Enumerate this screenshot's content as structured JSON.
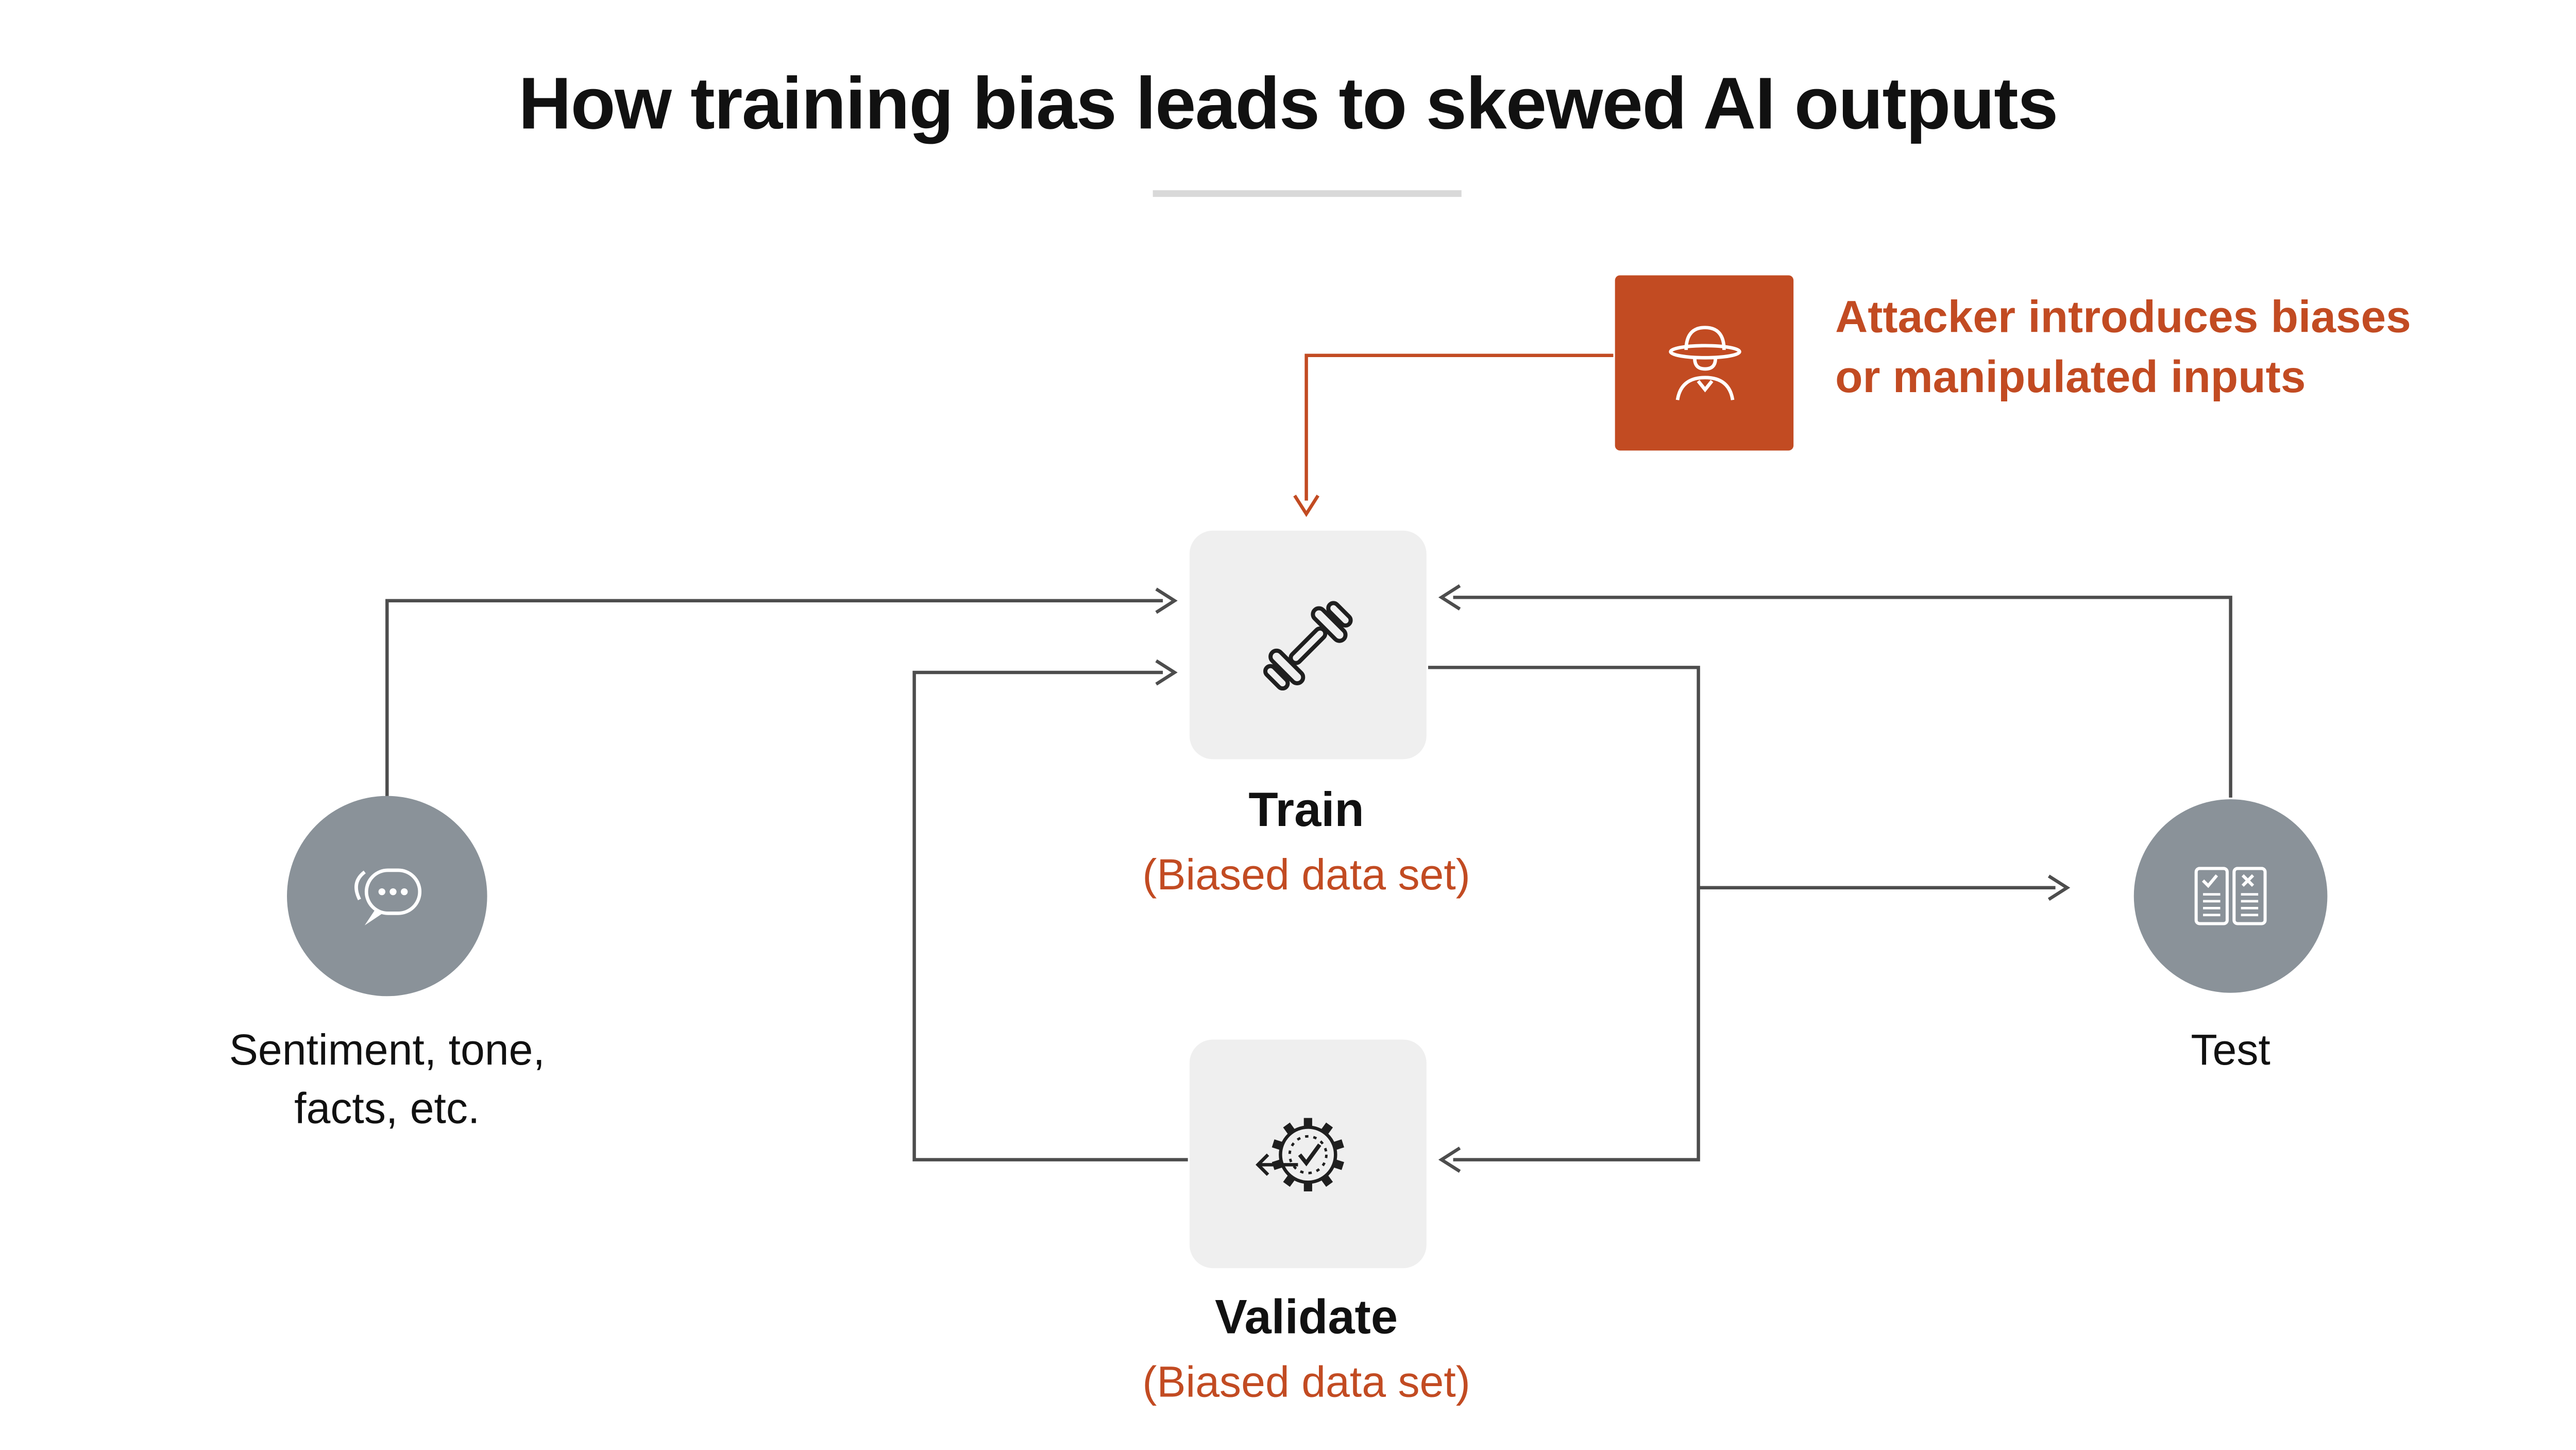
{
  "title": "How training bias leads to skewed AI outputs",
  "annotation": {
    "line1": "Attacker introduces biases",
    "line2": "or manipulated inputs"
  },
  "nodes": {
    "train": {
      "label": "Train",
      "sublabel": "(Biased data set)"
    },
    "validate": {
      "label": "Validate",
      "sublabel": "(Biased data set)"
    },
    "input": {
      "line1": "Sentiment, tone,",
      "line2": "facts, etc."
    },
    "test": {
      "label": "Test"
    }
  },
  "icons": {
    "attacker": "spy-icon",
    "train": "dumbbell-icon",
    "validate": "gear-check-icon",
    "input": "speech-bubble-icon",
    "test": "checklist-icon"
  },
  "colors": {
    "accent": "#C24B22",
    "circle_gray": "#8A9299",
    "box_gray": "#EFEFEF",
    "line_gray": "#4D4D4D",
    "divider_gray": "#D9D9D9",
    "text_black": "#111111",
    "background": "#FFFFFF"
  }
}
